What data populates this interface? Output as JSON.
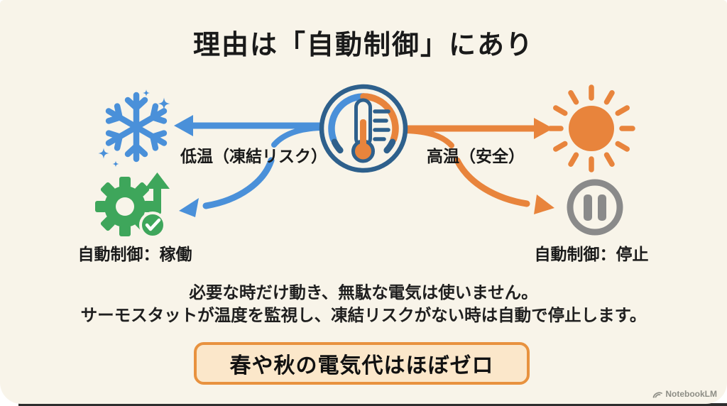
{
  "title": "理由は「自動制御」にあり",
  "center_icon": "thermostat-gauge-icon",
  "branches": {
    "left": {
      "condition_label": "低温（凍結リスク）",
      "condition_icon": "snowflake-icon",
      "result_label": "自動制御：稼働",
      "result_icon": "gear-check-icon"
    },
    "right": {
      "condition_label": "高温（安全）",
      "condition_icon": "sun-icon",
      "result_label": "自動制御：停止",
      "result_icon": "pause-icon"
    }
  },
  "description": [
    "必要な時だけ動き、無駄な電気は使いません。",
    "サーモスタットが温度を監視し、凍結リスクがない時は自動で停止します。"
  ],
  "callout": {
    "text": "春や秋の電気代はほぼゼロ"
  },
  "watermark": {
    "text": "NotebookLM"
  },
  "colors": {
    "background": "#F8F4E9",
    "cold_blue": "#4A90D9",
    "gauge_navy": "#2E608C",
    "warm_orange": "#E8843C",
    "active_green": "#3EA65B",
    "stop_gray": "#8A8A8A",
    "callout_bg": "#FBE7CA",
    "callout_border": "#E8923F",
    "text": "#1A1A1A"
  }
}
